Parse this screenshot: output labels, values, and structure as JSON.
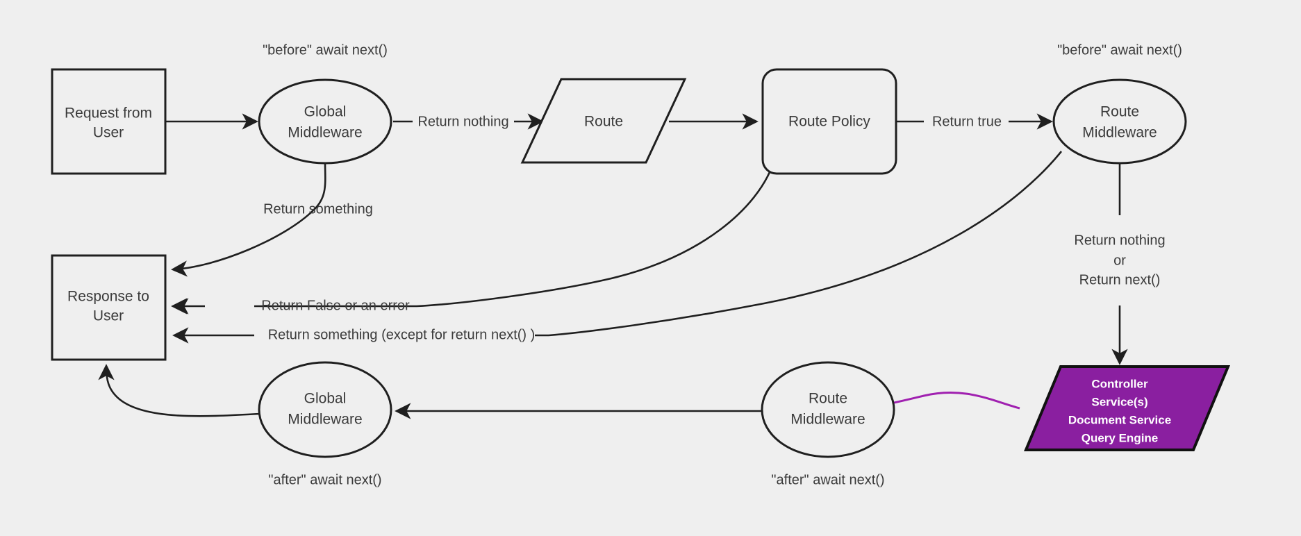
{
  "diagram": {
    "title": "Request / Middleware lifecycle flow",
    "background_color": "#efefef",
    "line_color": "#1f1f1f",
    "text_color": "#3b3b3b",
    "accent_color": "#8a1fa0"
  },
  "nodes": {
    "request": {
      "label_line1": "Request from",
      "label_line2": "User",
      "shape": "rectangle"
    },
    "global_middleware_top": {
      "label_line1": "Global",
      "label_line2": "Middleware",
      "shape": "ellipse"
    },
    "route": {
      "label": "Route",
      "shape": "parallelogram"
    },
    "route_policy": {
      "label": "Route Policy",
      "shape": "rounded-rectangle"
    },
    "route_middleware_top": {
      "label_line1": "Route",
      "label_line2": "Middleware",
      "shape": "ellipse"
    },
    "response": {
      "label_line1": "Response to",
      "label_line2": "User",
      "shape": "rectangle"
    },
    "global_middleware_bottom": {
      "label_line1": "Global",
      "label_line2": "Middleware",
      "shape": "ellipse"
    },
    "route_middleware_bottom": {
      "label_line1": "Route",
      "label_line2": "Middleware",
      "shape": "ellipse"
    },
    "controller": {
      "label_line1": "Controller",
      "label_line2": "Service(s)",
      "label_line3": "Document Service",
      "label_line4": "Query Engine",
      "shape": "parallelogram",
      "fill": "#8a1fa0"
    }
  },
  "annotations": {
    "before_await_next_global": "\"before\" await next()",
    "before_await_next_route": "\"before\" await next()",
    "after_await_next_global": "\"after\" await next()",
    "after_await_next_route": "\"after\" await next()"
  },
  "edge_labels": {
    "return_nothing": "Return nothing",
    "return_true": "Return true",
    "return_something_global": "Return something",
    "return_false_or_error": "Return False or an error",
    "return_something_except_next": "Return something (except for return next() )",
    "route_mw_out_line1": "Return nothing",
    "route_mw_out_line2": "or",
    "route_mw_out_line3": "Return next()"
  }
}
